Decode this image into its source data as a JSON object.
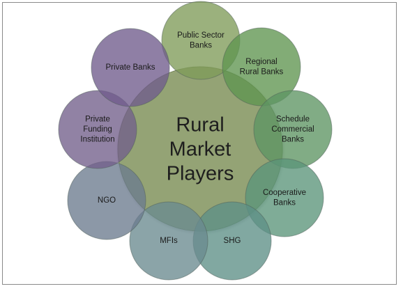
{
  "diagram": {
    "center": {
      "lines": [
        "Rural",
        "Market",
        "Players"
      ],
      "color": "#8d9d6c"
    },
    "nodes": [
      {
        "id": "public-sector-banks",
        "lines": [
          "Public Sector",
          "Banks"
        ],
        "color": "#7f9b58"
      },
      {
        "id": "regional-rural-banks",
        "lines": [
          "Regional",
          "Rural Banks"
        ],
        "color": "#5f9550"
      },
      {
        "id": "schedule-commercial-banks",
        "lines": [
          "Schedule",
          "Commercial",
          "Banks"
        ],
        "color": "#5d9563"
      },
      {
        "id": "cooperative-banks",
        "lines": [
          "Cooperative",
          "Banks"
        ],
        "color": "#5b957a"
      },
      {
        "id": "shg",
        "lines": [
          "SHG"
        ],
        "color": "#5d8f87"
      },
      {
        "id": "mfis",
        "lines": [
          "MFIs"
        ],
        "color": "#6a8b8f"
      },
      {
        "id": "ngo",
        "lines": [
          "NGO"
        ],
        "color": "#6c7b8e"
      },
      {
        "id": "private-funding-institution",
        "lines": [
          "Private",
          "Funding",
          "Institution"
        ],
        "color": "#725f8b"
      },
      {
        "id": "private-banks",
        "lines": [
          "Private Banks"
        ],
        "color": "#705b8c"
      }
    ]
  }
}
